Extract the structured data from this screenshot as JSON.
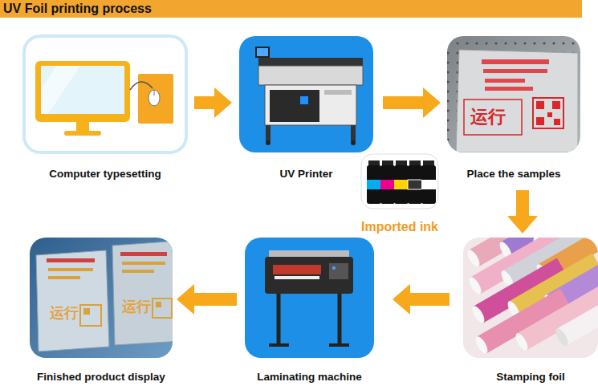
{
  "diagram": {
    "title": "UV Foil printing process",
    "nodes": [
      {
        "text": [
          "Computer typesetting"
        ]
      },
      {
        "text": [
          "UV Printer"
        ]
      },
      {
        "text": [
          "Imported ink"
        ]
      },
      {
        "text": [
          "Place the samples"
        ]
      },
      {
        "text": [
          "Stamping foil"
        ]
      },
      {
        "text": [
          "Laminating machine"
        ]
      },
      {
        "text": [
          "Finished product display"
        ]
      }
    ],
    "edges": [
      {
        "from": 0,
        "to": 1,
        "arrow": "to"
      },
      {
        "from": 1,
        "to": 3,
        "arrow": "to"
      },
      {
        "from": 3,
        "to": 4,
        "arrow": "to"
      },
      {
        "from": 4,
        "to": 5,
        "arrow": "to"
      },
      {
        "from": 5,
        "to": 6,
        "arrow": "to"
      }
    ],
    "labels": [
      "运行",
      "运行",
      "运行"
    ]
  }
}
